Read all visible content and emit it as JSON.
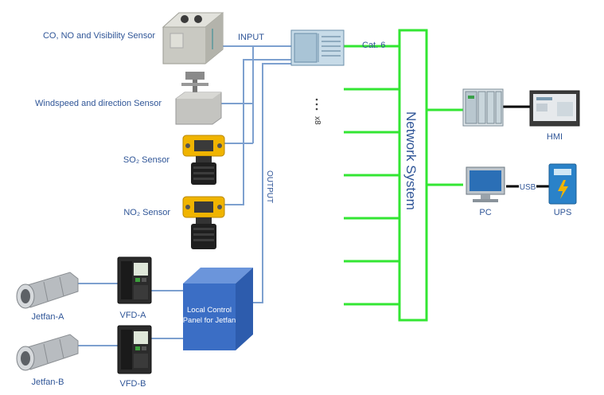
{
  "labels": {
    "co_sensor": "CO, NO and Visibility Sensor",
    "wind_sensor": "Windspeed and direction Sensor",
    "so2_sensor": "SO₂ Sensor",
    "no2_sensor": "NO₂ Sensor",
    "jetfan_a": "Jetfan-A",
    "jetfan_b": "Jetfan-B",
    "vfd_a": "VFD-A",
    "vfd_b": "VFD-B",
    "input": "INPUT",
    "output": "OUTPUT",
    "cat6": "Cat. 6",
    "x8": "x8",
    "network": "Network System",
    "hmi": "HMI",
    "pc": "PC",
    "ups": "UPS",
    "usb": "USB",
    "panel_line1": "Local Control",
    "panel_line2": "Panel for Jetfan"
  },
  "colors": {
    "blue_wire": "#7da0cf",
    "green_bus": "#33e633",
    "label_blue": "#2f5597",
    "panel_blue": "#3b6ec5",
    "sensor_yellow": "#f0b400"
  }
}
